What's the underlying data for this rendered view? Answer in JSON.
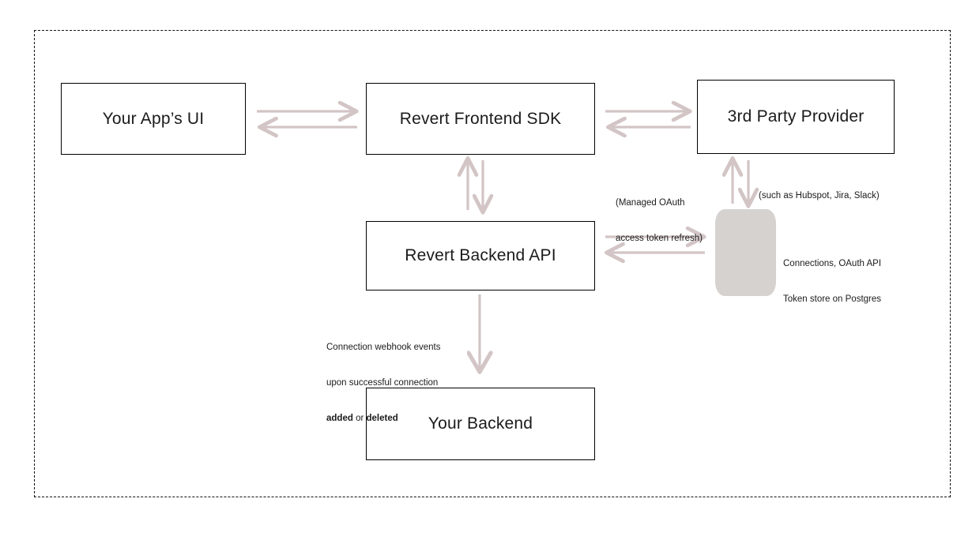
{
  "diagram": {
    "title_visible": false,
    "accent_arrow_color": "#d3c5c5",
    "node_border_color": "#000000",
    "frame_border_color": "#111111",
    "cylinder_fill": "#d5d2d0",
    "nodes": [
      {
        "id": "app-ui",
        "label": "Your App’s UI"
      },
      {
        "id": "frontend-sdk",
        "label": "Revert Frontend SDK"
      },
      {
        "id": "provider",
        "label": "3rd Party Provider"
      },
      {
        "id": "backend-api",
        "label": "Revert Backend API"
      },
      {
        "id": "your-backend",
        "label": "Your Backend"
      }
    ],
    "datastore": {
      "shape": "cylinder",
      "label_line1": "Connections, OAuth API",
      "label_line2": "Token store on Postgres"
    },
    "annotations": {
      "oauth_refresh_line1": "(Managed OAuth",
      "oauth_refresh_line2": "access token refresh)",
      "providers_examples": "(such as Hubspot, Jira, Slack)",
      "webhook_line1": "Connection webhook events",
      "webhook_line2": "upon successful connection",
      "webhook_bold_1": "added",
      "webhook_joiner": " or ",
      "webhook_bold_2": "deleted"
    },
    "connections": [
      {
        "id": "appui-to-sdk",
        "from": "app-ui",
        "to": "frontend-sdk",
        "direction": "bidirectional",
        "orientation": "horizontal"
      },
      {
        "id": "sdk-to-provider",
        "from": "frontend-sdk",
        "to": "provider",
        "direction": "bidirectional",
        "orientation": "horizontal"
      },
      {
        "id": "sdk-to-backendapi",
        "from": "frontend-sdk",
        "to": "backend-api",
        "direction": "bidirectional",
        "orientation": "vertical"
      },
      {
        "id": "provider-to-store",
        "from": "provider",
        "to": "datastore",
        "direction": "bidirectional",
        "orientation": "vertical"
      },
      {
        "id": "backendapi-to-store",
        "from": "backend-api",
        "to": "datastore",
        "direction": "bidirectional",
        "orientation": "horizontal"
      },
      {
        "id": "backendapi-to-yourbackend",
        "from": "backend-api",
        "to": "your-backend",
        "direction": "down",
        "orientation": "vertical"
      }
    ]
  }
}
